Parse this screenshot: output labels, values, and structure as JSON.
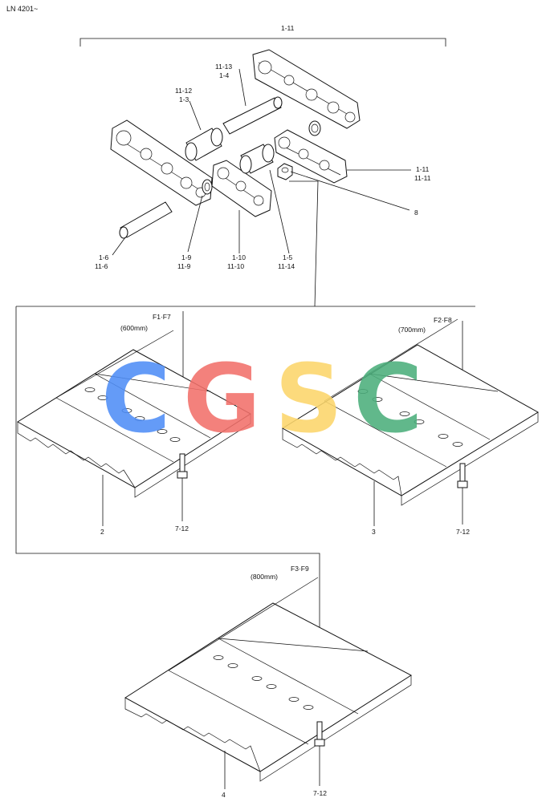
{
  "header": {
    "model_code": "LN 4201~"
  },
  "watermark": {
    "letters": [
      {
        "char": "C",
        "color": "#4f8ef7"
      },
      {
        "char": "G",
        "color": "#f2706a"
      },
      {
        "char": "S",
        "color": "#fcd66b"
      },
      {
        "char": "C",
        "color": "#4caf7c"
      }
    ]
  },
  "link_labels": {
    "assembly": "1-11",
    "link_right_a": "1-11",
    "link_right_b": "11-11",
    "nut": "8",
    "pin_a": "11-13",
    "pin_b": "1-4",
    "bushing_a": "11-12",
    "bushing_b": "1-3",
    "master_pin_a": "1-6",
    "master_pin_b": "11-6",
    "seal_a": "1-9",
    "seal_b": "11-9",
    "master_link_a": "1-10",
    "master_link_b": "11-10",
    "master_bush_a": "1-5",
    "master_bush_b": "11-14"
  },
  "shoes": [
    {
      "code": "F1·F7",
      "width": "(600mm)",
      "part": "2",
      "bolt": "7-12"
    },
    {
      "code": "F2·F8",
      "width": "(700mm)",
      "part": "3",
      "bolt": "7-12"
    },
    {
      "code": "F3·F9",
      "width": "(800mm)",
      "part": "4",
      "bolt": "7-12"
    }
  ]
}
